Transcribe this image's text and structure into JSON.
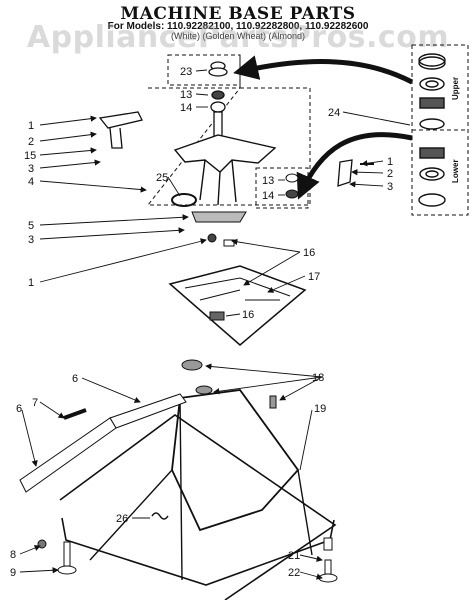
{
  "title": "MACHINE BASE PARTS",
  "subtitle": "For Models: 110.92282100, 110.92282800, 110.92282600",
  "note": "(White) (Golden Wheat) (Almond)",
  "watermark": "AppliancePartsPros.com",
  "callouts": [
    "1",
    "2",
    "15",
    "3",
    "4",
    "5",
    "3",
    "1",
    "23",
    "13",
    "14",
    "25",
    "24",
    "13",
    "14",
    "1",
    "2",
    "3",
    "16",
    "17",
    "16",
    "18",
    "19",
    "6",
    "6",
    "7",
    "26",
    "8",
    "9",
    "21",
    "22"
  ],
  "bearing_panel": {
    "upper": "Upper",
    "lower": "Lower"
  },
  "colors": {
    "ink": "#111111",
    "paper": "#ffffff",
    "watermark": "#969696"
  }
}
